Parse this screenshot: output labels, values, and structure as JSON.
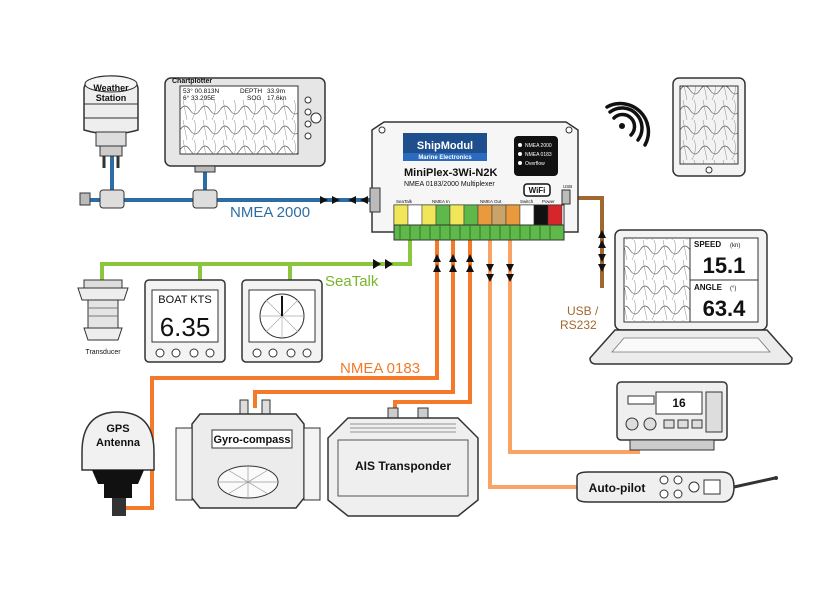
{
  "colors": {
    "nmea2000": "#2e6da4",
    "seatalk": "#8cc63f",
    "nmea0183": "#f47a2a",
    "usb": "#a0682e",
    "device_outline": "#333333",
    "device_fill": "#e8e8e8",
    "multiplexer_header": "#1f4e8c"
  },
  "multiplexer": {
    "brand": "ShipModul",
    "brand_sub": "Marine Electronics",
    "model": "MiniPlex-3Wi-N2K",
    "description": "NMEA 0183/2000 Multiplexer",
    "wifi_badge": "WiFi",
    "leds": [
      "NMEA 2000",
      "NMEA 0183",
      "Overflow"
    ],
    "port_labels": [
      "NMEA In",
      "NMEA Out",
      "SeaTalk",
      "Switch",
      "Power",
      "USB"
    ]
  },
  "weather_station": {
    "label": "Weather Station",
    "label_line1": "Weather",
    "label_line2": "Station"
  },
  "chartplotter": {
    "label": "Chartplotter",
    "lat": "53° 00.813N",
    "lon": "6° 33.295E",
    "depth_label": "DEPTH",
    "depth_value": "33.9m",
    "sog_label": "SOG",
    "sog_value": "17.6kn"
  },
  "buses": {
    "nmea2000": "NMEA 2000",
    "seatalk": "SeaTalk",
    "nmea0183": "NMEA 0183",
    "usb_line1": "USB /",
    "usb_line2": "RS232"
  },
  "transducer": {
    "label": "Transducer"
  },
  "speed_display": {
    "text": "BOAT KTS",
    "value": "6.35"
  },
  "laptop": {
    "speed_label": "SPEED",
    "speed_unit": "(kn)",
    "speed_value": "15.1",
    "angle_label": "ANGLE",
    "angle_unit": "(°)",
    "angle_value": "63.4"
  },
  "gps": {
    "line1": "GPS",
    "line2": "Antenna"
  },
  "gyro": {
    "label": "Gyro-compass"
  },
  "ais": {
    "label": "AIS Transponder"
  },
  "vhf": {
    "channel": "16"
  },
  "autopilot": {
    "label": "Auto-pilot"
  }
}
